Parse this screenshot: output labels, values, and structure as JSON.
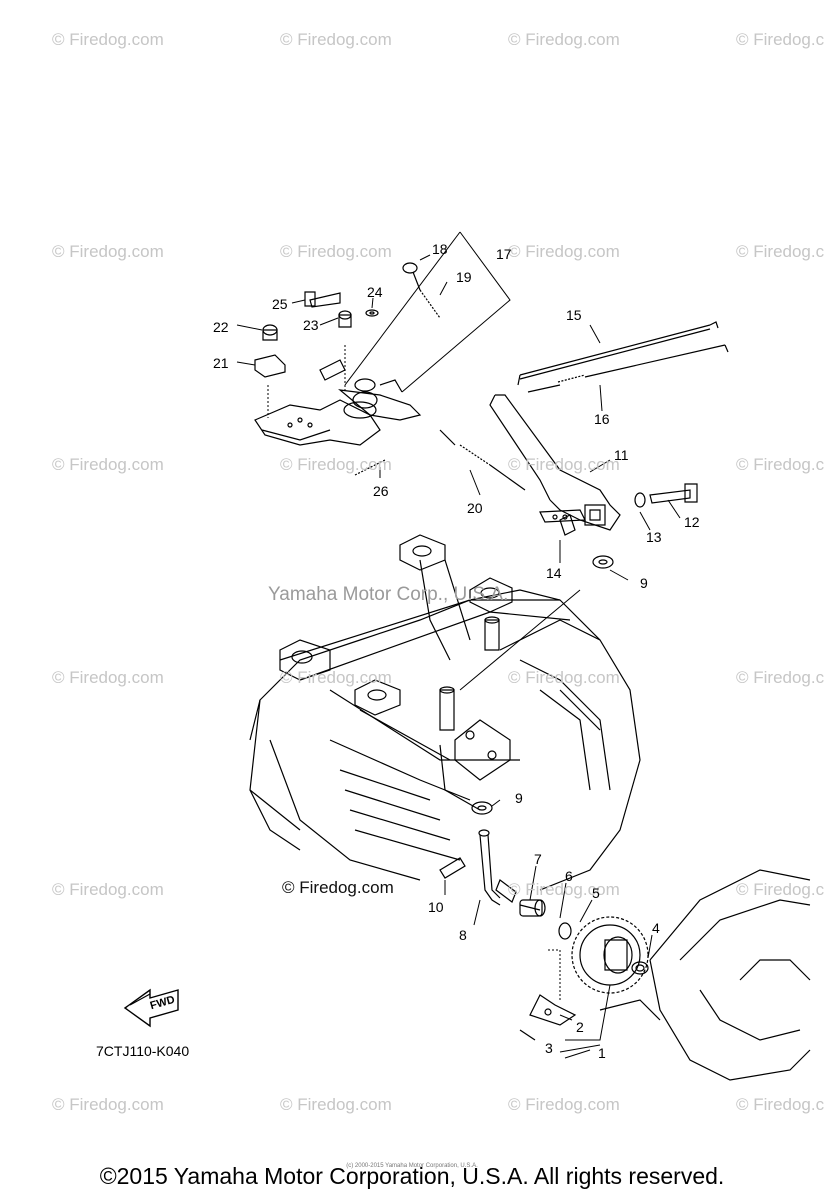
{
  "watermarks": {
    "firedog": "© Firedog.com",
    "yamaha": "Yamaha Motor Corp., U.S.A.",
    "firedog_dark": "© Firedog.com"
  },
  "callouts": [
    "1",
    "2",
    "3",
    "4",
    "5",
    "6",
    "7",
    "8",
    "9",
    "9",
    "10",
    "11",
    "12",
    "13",
    "14",
    "15",
    "16",
    "17",
    "18",
    "19",
    "20",
    "21",
    "22",
    "23",
    "24",
    "25",
    "26"
  ],
  "diagram_code": "7CTJ110-K040",
  "fwd_label": "FWD",
  "footer_small": "(c) 2000-2015 Yamaha Motor Corporation, U.S.A.",
  "footer": "©2015 Yamaha Motor Corporation, U.S.A. All rights reserved."
}
